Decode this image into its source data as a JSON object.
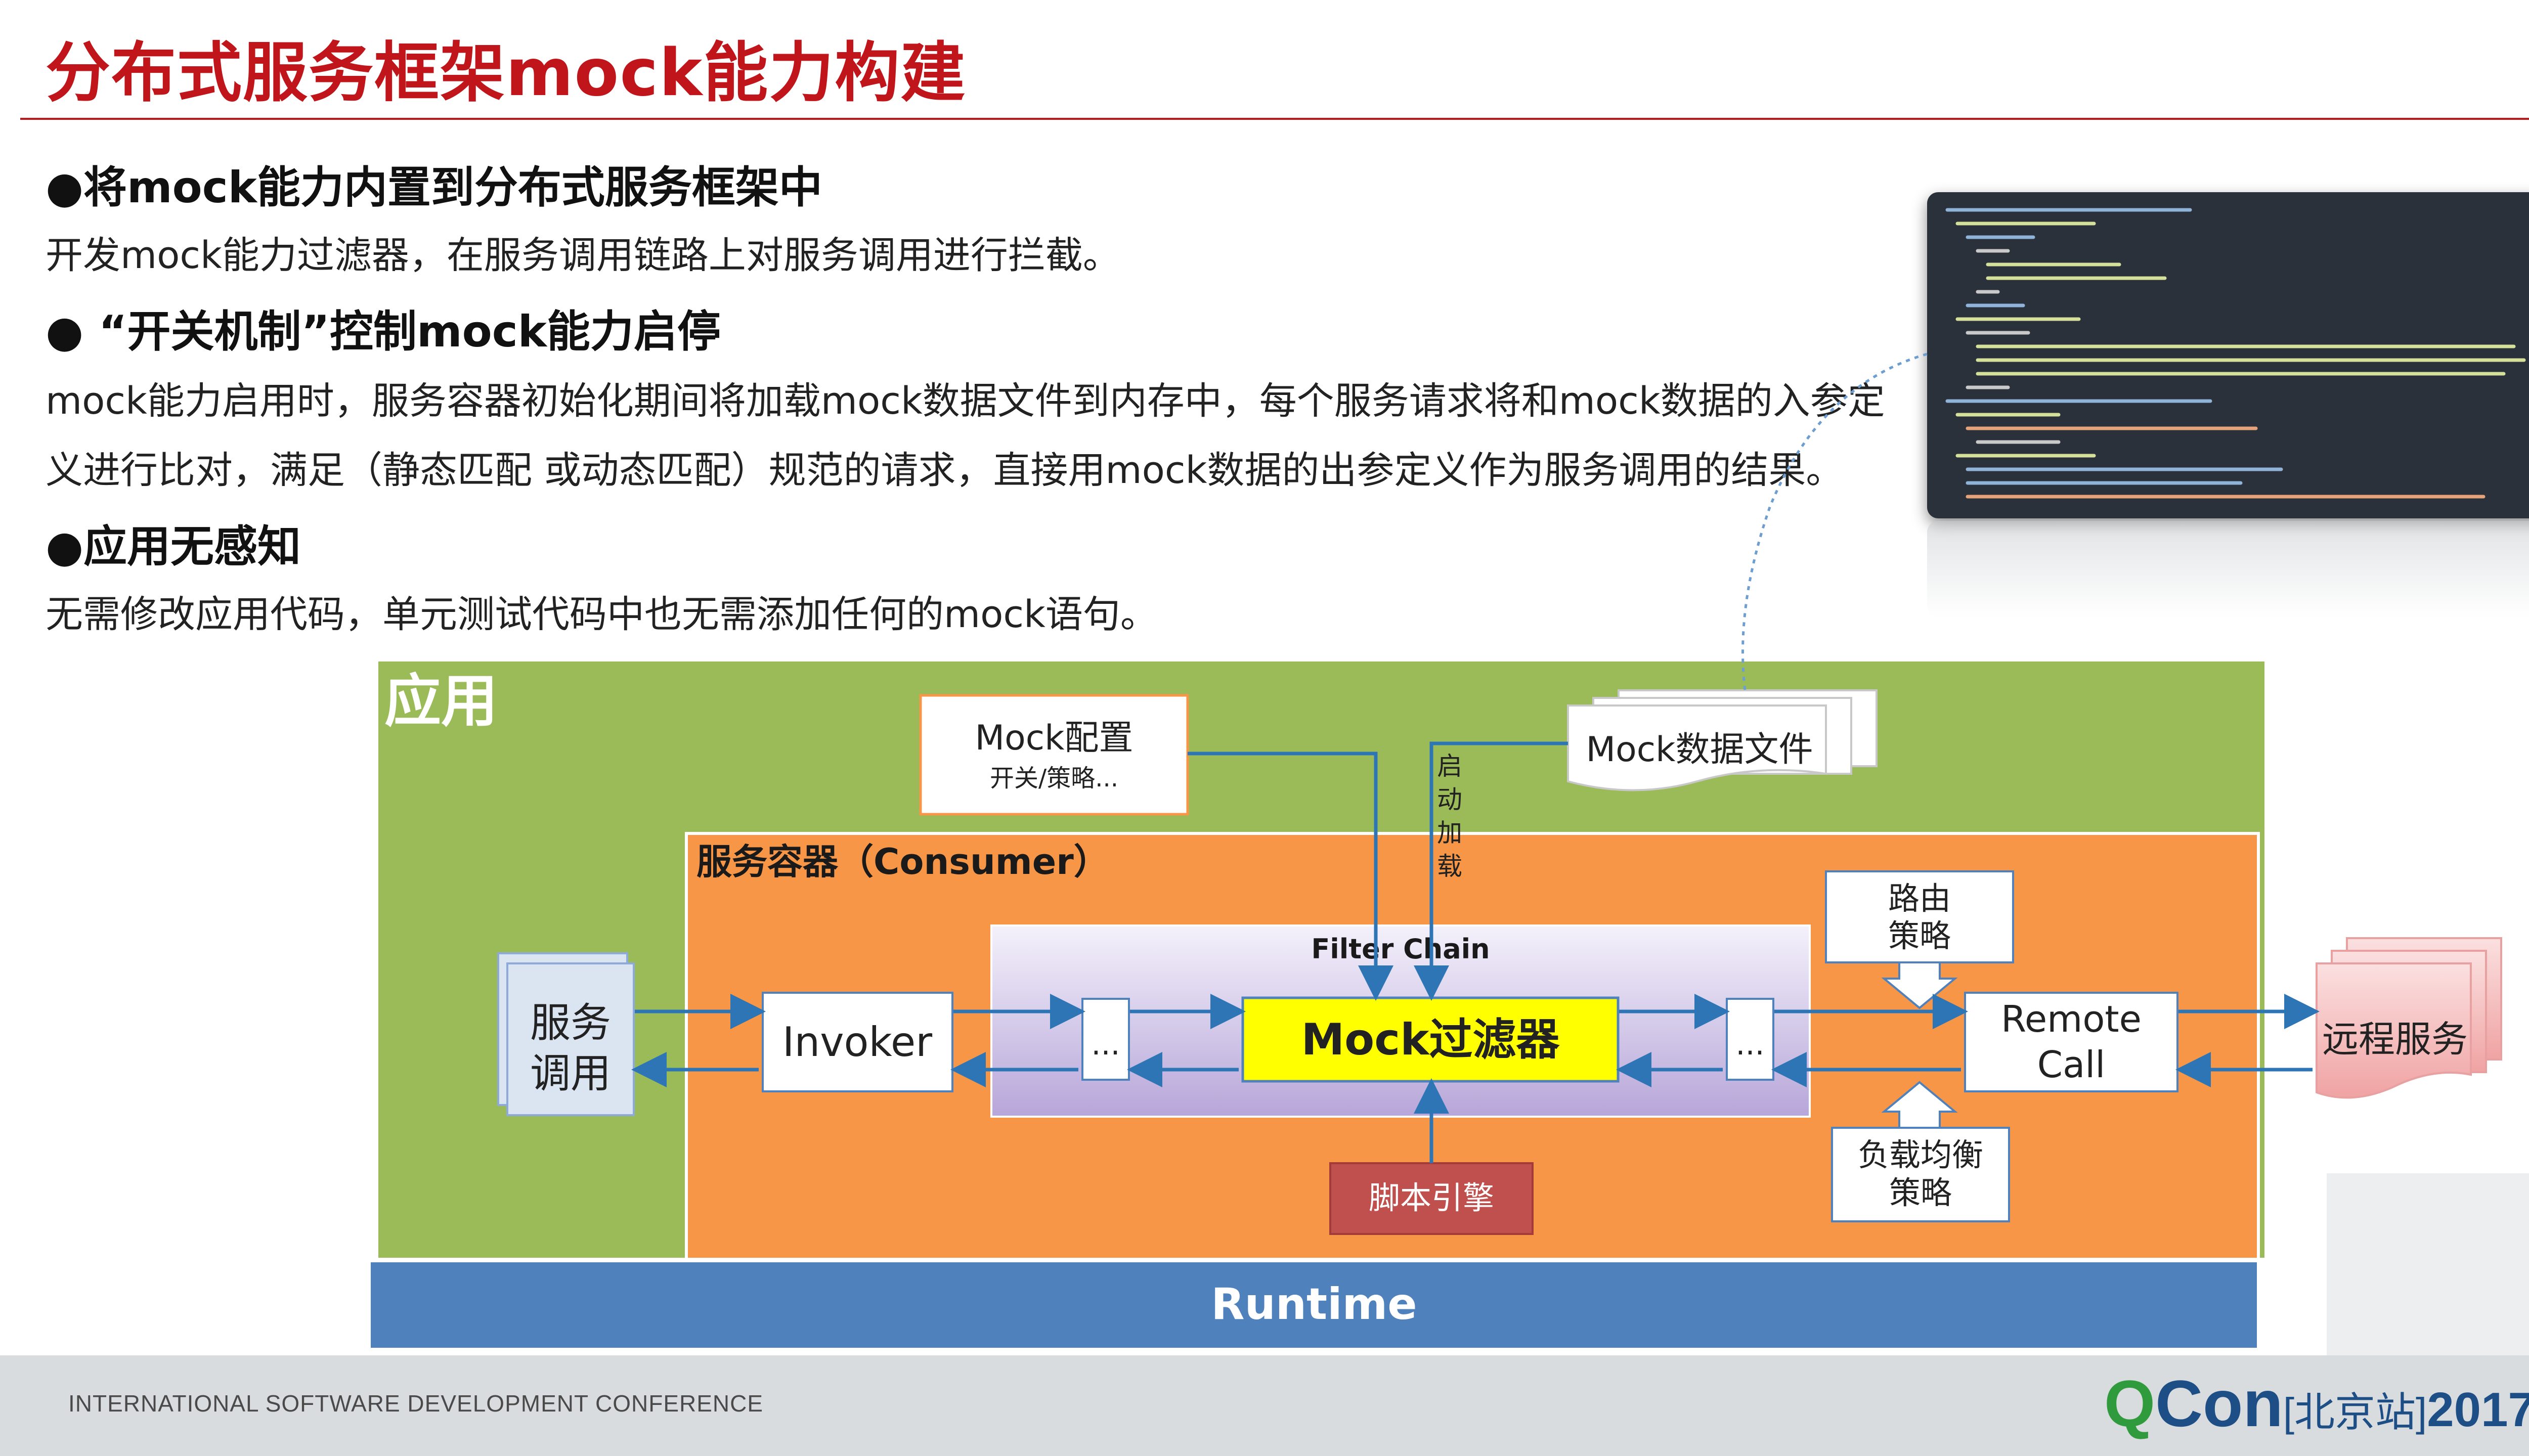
{
  "title": "分布式服务框架mock能力构建",
  "bullets": [
    {
      "heading": "●将mock能力内置到分布式服务框架中",
      "lines": [
        "开发mock能力过滤器，在服务调用链路上对服务调用进行拦截。"
      ]
    },
    {
      "heading": "●  “开关机制”控制mock能力启停",
      "lines": [
        "mock能力启用时，服务容器初始化期间将加载mock数据文件到内存中，每个服务请求将和mock数据的入参定",
        "义进行比对，满足（静态匹配 或动态匹配）规范的请求，直接用mock数据的出参定义作为服务调用的结果。"
      ]
    },
    {
      "heading": "●应用无感知",
      "lines": [
        "无需修改应用代码，单元测试代码中也无需添加任何的mock语句。"
      ]
    }
  ],
  "diagram": {
    "app_label": "应用",
    "container_label": "服务容器（Consumer）",
    "filter_chain_label": "Filter Chain",
    "mock_config": {
      "title": "Mock配置",
      "subtitle": "开关/策略..."
    },
    "mock_data_file": "Mock数据文件",
    "startup_load": "启动加载",
    "service_call": [
      "服务",
      "调用"
    ],
    "invoker": "Invoker",
    "ellipsis": "...",
    "mock_filter": "Mock过滤器",
    "script_engine": "脚本引擎",
    "routing": [
      "路由",
      "策略"
    ],
    "load_balance": [
      "负载均衡",
      "策略"
    ],
    "remote_call": [
      "Remote",
      "Call"
    ],
    "remote_service": "远程服务",
    "runtime": "Runtime",
    "colors": {
      "app": "#9bbb59",
      "container": "#f79646",
      "runtime": "#4f81bd",
      "mock_filter": "#ffff00",
      "script_engine": "#c0504d",
      "arrow": "#2e75b6"
    }
  },
  "footer": {
    "conference": "INTERNATIONAL SOFTWARE DEVELOPMENT CONFERENCE",
    "brand_q": "Q",
    "brand_con": "Con",
    "location": "[北京站]",
    "year": "2017"
  }
}
